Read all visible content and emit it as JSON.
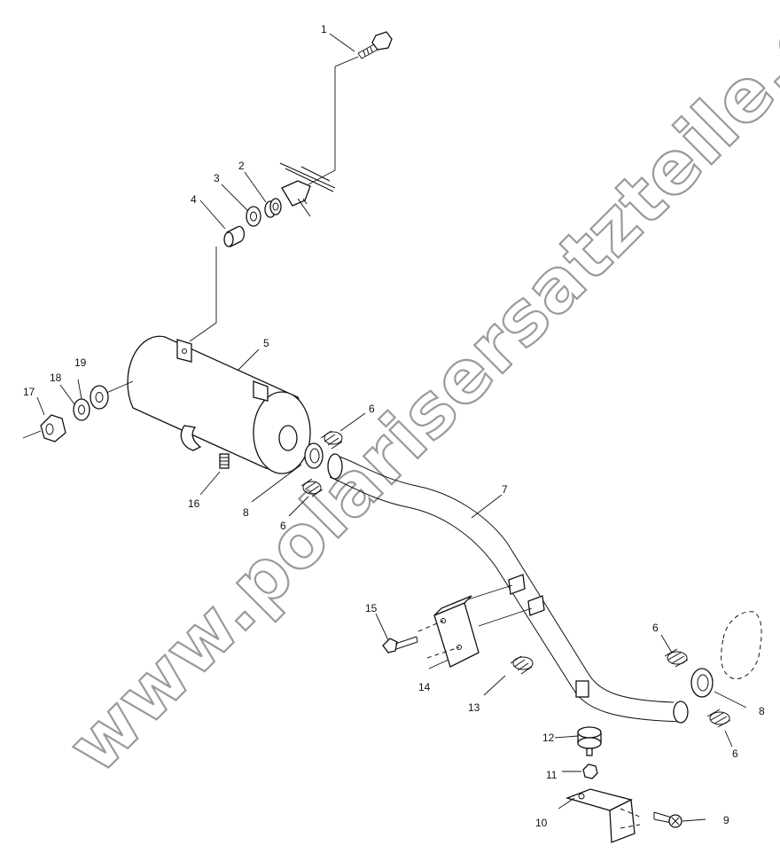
{
  "watermark": "www.polarisersatzteile.de",
  "callouts": [
    "1",
    "2",
    "3",
    "4",
    "5",
    "6",
    "6",
    "6",
    "6",
    "7",
    "8",
    "8",
    "9",
    "10",
    "11",
    "12",
    "13",
    "14",
    "15",
    "16",
    "17",
    "18",
    "19"
  ]
}
